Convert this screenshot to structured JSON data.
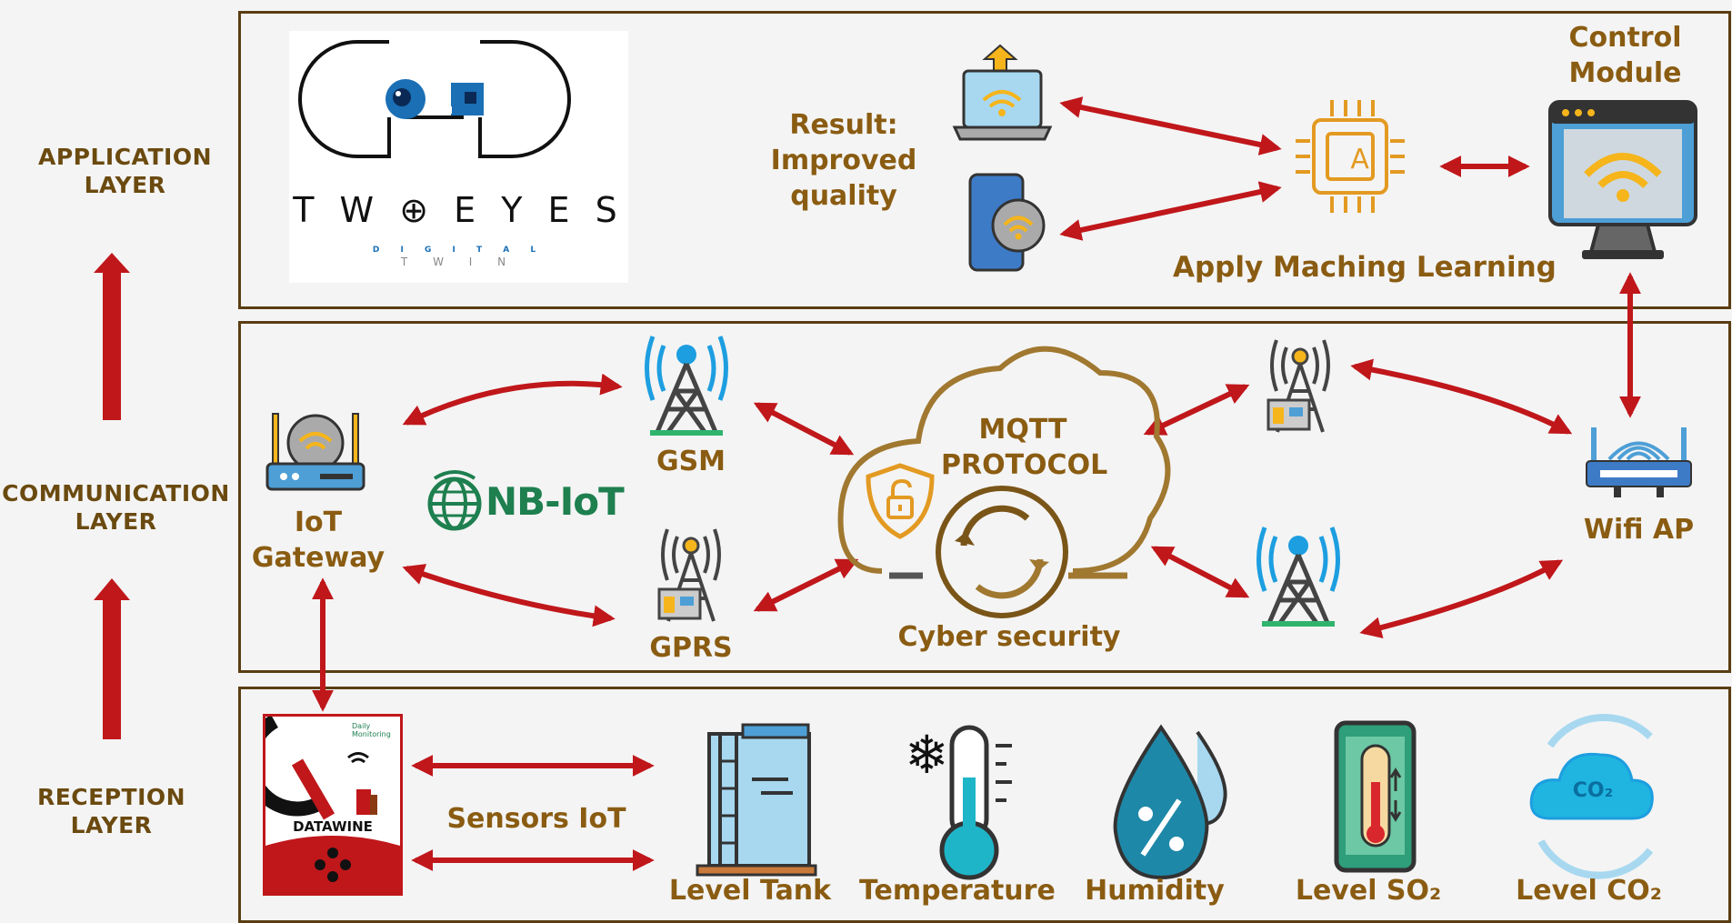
{
  "layers": {
    "application": "APPLICATION\nLAYER",
    "communication": "COMMUNICATION\nLAYER",
    "reception": "RECEPTION\nLAYER"
  },
  "logo": {
    "name": "T W ⊕ E Y E S",
    "sub1": "D I G I T A L",
    "sub2": "T W I N"
  },
  "application": {
    "result": "Result:\nImproved\nquality",
    "ml": "Apply Maching Learning",
    "control": "Control\nModule",
    "ai_chip": "AI"
  },
  "communication": {
    "gateway": "IoT\nGateway",
    "nbiot": "NB-IoT",
    "gsm": "GSM",
    "gprs": "GPRS",
    "mqtt": "MQTT\nPROTOCOL",
    "cyber": "Cyber security",
    "wifi": "Wifi AP"
  },
  "reception": {
    "sensors": "Sensors IoT",
    "datawine_brand": "DATAWINE",
    "datawine_badge": "Daily\nMonitoring",
    "items": [
      "Level Tank",
      "Temperature",
      "Humidity",
      "Level SO₂",
      "Level CO₂"
    ],
    "co2_text": "CO₂"
  },
  "colors": {
    "arrow": "#c0171b",
    "label": "#8a5c12",
    "layer": "#6b4a10",
    "border": "#5a3d12"
  }
}
